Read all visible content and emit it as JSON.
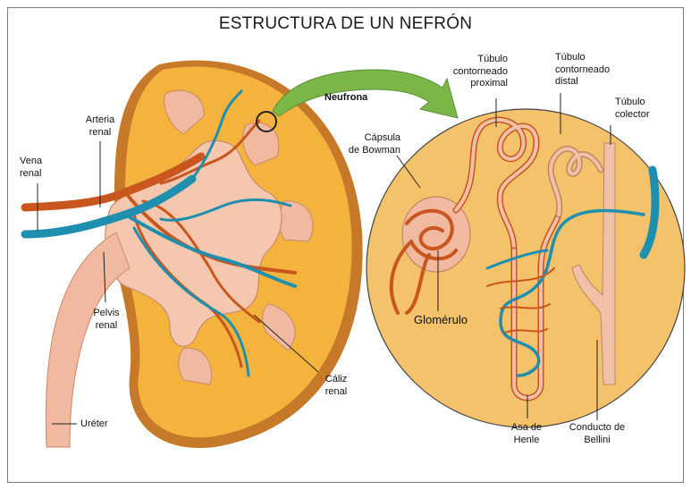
{
  "title": "ESTRUCTURA DE UN NEFRÓN",
  "labels": {
    "vena_renal": "Vena\nrenal",
    "arteria_renal": "Arteria\nrenal",
    "pelvis_renal": "Pelvis\nrenal",
    "ureter": "Uréter",
    "caliz_renal": "Cáliz\nrenal",
    "neufrona": "Neufrona",
    "capsula_bowman": "Cápsula\nde Bowman",
    "glomerulo": "Glomérulo",
    "tubulo_proximal": "Túbulo\ncontorneado\nproximal",
    "tubulo_distal": "Túbulo\ncontorneado\ndistal",
    "tubulo_colector": "Túbulo\ncolector",
    "asa_henle": "Asa de\nHenle",
    "conducto_bellini": "Conducto de\nBellini"
  },
  "colors": {
    "cortex": "#f4b33c",
    "capsule_edge": "#c7792a",
    "medulla": "#f4c7ae",
    "artery": "#c8561e",
    "vein": "#1f8fb0",
    "tubule": "#f0c0a8",
    "arrow": "#7ab648"
  }
}
